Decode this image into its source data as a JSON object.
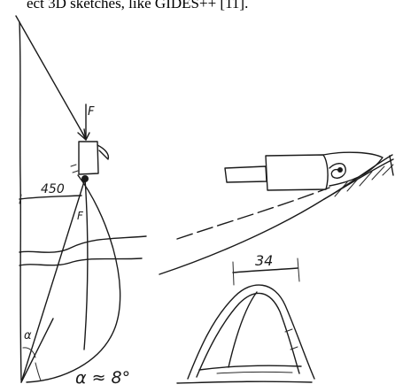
{
  "caption": "ect 3D sketches, like GIDES++ [11].",
  "labels": {
    "force_top": "F",
    "force_bottom": "F",
    "dimension_left": "450",
    "angle_symbol": "α",
    "angle_value": "α ≈ 8°",
    "dimension_right": "34"
  }
}
